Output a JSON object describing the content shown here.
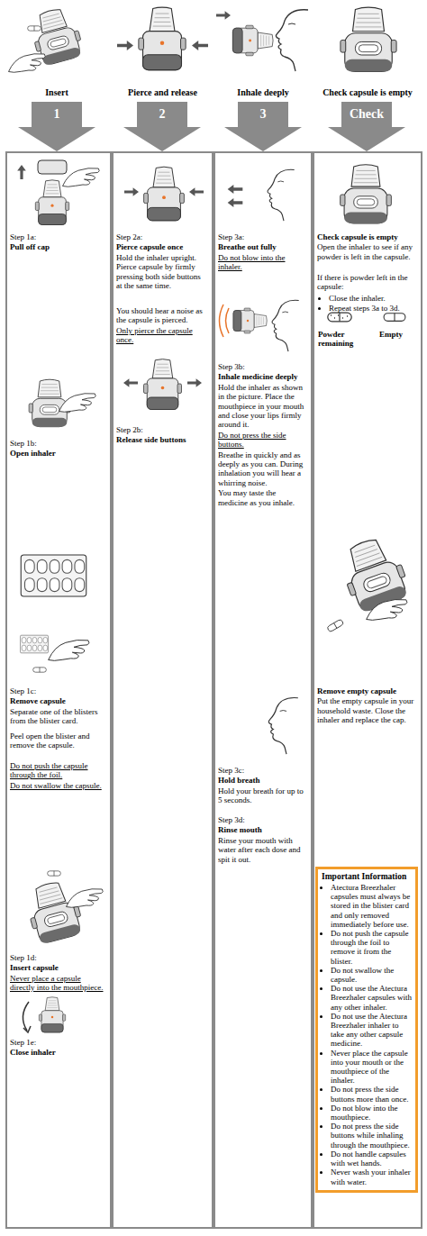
{
  "diagram": {
    "nodes": [
      {
        "text": [
          "1"
        ]
      },
      {
        "text": [
          "2"
        ]
      },
      {
        "text": [
          "3"
        ]
      },
      {
        "text": [
          "Check"
        ]
      },
      {
        "text": [
          "Step 1a:",
          "Pull off cap",
          "Step 1b:",
          "Open inhaler",
          "Step 1c:",
          "Remove capsule",
          "Separate one of the blisters from the blister card.",
          "Peel open the blister and remove the capsule.",
          "Do not push the capsule through the foil.",
          "Do not swallow the capsule.",
          "Step 1d:",
          "Insert capsule",
          "Never place a capsule directly into the mouthpiece.",
          "Step 1e:",
          "Close inhaler"
        ]
      },
      {
        "text": [
          "Step 2a:",
          "Pierce capsule once",
          "Hold the inhaler upright. Pierce capsule by firmly pressing both side buttons at the same time.",
          "You should hear a noise as the capsule is pierced.",
          "Only pierce the capsule once.",
          "Step 2b:",
          "Release side buttons"
        ]
      },
      {
        "text": [
          "Step 3a:",
          "Breathe out fully",
          "Do not blow into the inhaler.",
          "Step 3b:",
          "Inhale medicine deeply",
          "Hold the inhaler as shown in the picture. Place the mouthpiece in your mouth and close your lips firmly around it.",
          "Do not press the side buttons.",
          "Breathe in quickly and as deeply as you can. During inhalation you will hear a whirring noise.",
          "You may taste the medicine as you inhale.",
          "Step 3c:",
          "Hold breath",
          "Hold your breath for up to 5 seconds.",
          "Step 3d:",
          "Rinse mouth",
          "Rinse your mouth with water after each dose and spit it out."
        ]
      },
      {
        "text": [
          "Check capsule is empty",
          "Open the inhaler to see if any powder is left in the capsule.",
          "If there is powder left in the capsule:",
          "Close the inhaler.",
          "Repeat steps 3a to 3d.",
          "Powder remaining",
          "Empty",
          "Remove empty capsule",
          "Put the empty capsule in your household waste. Close the inhaler and replace the cap."
        ]
      },
      {
        "text": [
          "Important Information",
          "Atectura Breezhaler capsules must always be stored in the blister card and only removed immediately before use.",
          "Do not push the capsule through the foil to remove it from the blister.",
          "Do not swallow the capsule.",
          "Do not use the Atectura Breezhaler capsules with any other inhaler.",
          "Do not use the Atectura Breezhaler inhaler to take any other capsule medicine.",
          "Never place the capsule into your mouth or the mouthpiece of the inhaler.",
          "Do not press the side buttons more than once.",
          "Do not blow into the mouthpiece.",
          "Do not press the side buttons while inhaling through the mouthpiece.",
          "Do not handle capsules with wet hands.",
          "Never wash your inhaler with water."
        ],
        "in": 7
      }
    ],
    "labels": [
      "Insert",
      "Pierce and release",
      "Inhale deeply",
      "Check capsule is empty"
    ]
  }
}
